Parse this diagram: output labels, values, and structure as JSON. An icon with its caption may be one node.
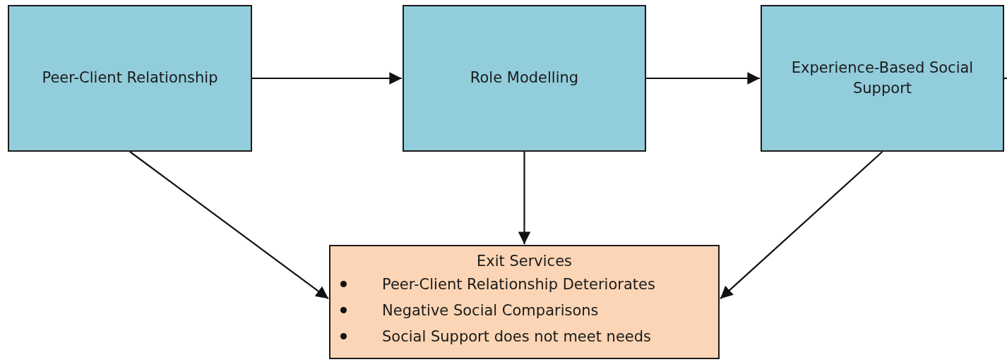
{
  "diagram": {
    "nodes": [
      {
        "text": [
          "Peer-Client Relationship"
        ]
      },
      {
        "text": [
          "Role Modelling"
        ]
      },
      {
        "text": [
          "Experience-Based Social Support"
        ]
      },
      {
        "text": [
          "Exit Services",
          "Peer-Client Relationship Deteriorates",
          "Negative Social Comparisons",
          "Social Support does not meet needs"
        ]
      }
    ],
    "edges": [
      {
        "from": 0,
        "to": 1,
        "arrow": "to"
      },
      {
        "from": 1,
        "to": 2,
        "arrow": "to"
      },
      {
        "from": 0,
        "to": 3,
        "arrow": "to"
      },
      {
        "from": 1,
        "to": 3,
        "arrow": "to"
      },
      {
        "from": 2,
        "to": 3,
        "arrow": "to"
      },
      {
        "from": 2,
        "to": null,
        "arrow": "none"
      }
    ]
  }
}
